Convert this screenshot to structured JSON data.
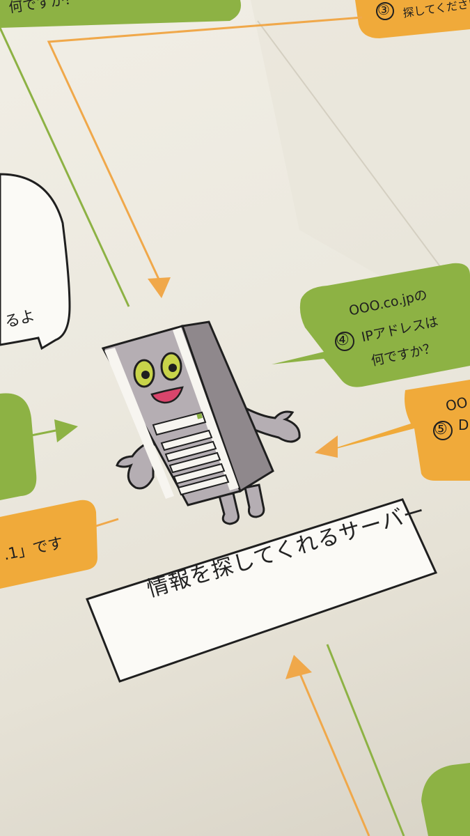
{
  "top_left_bubble": {
    "text": "何ですか？"
  },
  "top_right_bubble": {
    "number": "③",
    "text": "探してください"
  },
  "left_speech_bubble": {
    "text": "るよ"
  },
  "step4_bubble": {
    "domain": "OOO.co.jp",
    "suffix": "の",
    "number": "④",
    "line2": "IPアドレスは",
    "line3": "何ですか？"
  },
  "step5_bubble": {
    "line1": "OO",
    "number": "⑤",
    "line2": "D"
  },
  "left_orange_bubble": {
    "text": ".1」です"
  },
  "server_box": {
    "label": "情報を探してくれるサーバー"
  },
  "colors": {
    "green": "#8db244",
    "orange": "#f0aa3a",
    "arrow_orange": "#f0a84a",
    "ink": "#1f1f1f"
  }
}
